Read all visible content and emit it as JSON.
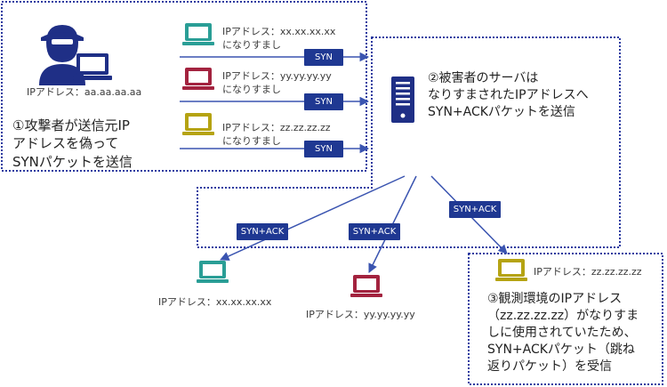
{
  "attacker": {
    "ip": "IPアドレス：aa.aa.aa.aa",
    "caption": [
      "①攻撃者が送信元IP",
      "アドレスを偽って",
      "SYNパケットを送信"
    ]
  },
  "spoof_rows": [
    {
      "ip": "IPアドレス：xx.xx.xx.xx",
      "note": "になりすまし",
      "badge": "SYN",
      "color": "#2a9e96"
    },
    {
      "ip": "IPアドレス：yy.yy.yy.yy",
      "note": "になりすまし",
      "badge": "SYN",
      "color": "#a3233f"
    },
    {
      "ip": "IPアドレス：zz.zz.zz.zz",
      "note": "になりすまし",
      "badge": "SYN",
      "color": "#b5a312"
    }
  ],
  "server": {
    "caption": [
      "②被害者のサーバは",
      "なりすまされたIPアドレスへ",
      "SYN+ACKパケットを送信"
    ]
  },
  "reflections": [
    {
      "badge": "SYN+ACK",
      "ip": "IPアドレス：xx.xx.xx.xx",
      "color": "#2a9e96"
    },
    {
      "badge": "SYN+ACK",
      "ip": "IPアドレス：yy.yy.yy.yy",
      "color": "#a3233f"
    },
    {
      "badge": "SYN+ACK",
      "ip": "IPアドレス：zz.zz.zz.zz",
      "color": "#b5a312"
    }
  ],
  "observer": {
    "ip": "IPアドレス：zz.zz.zz.zz",
    "caption": [
      "③観測環境のIPアドレス",
      "（zz.zz.zz.zz）がなりすま",
      "しに使用されていたため、",
      "SYN+ACKパケット（跳ね",
      "返りパケット）を受信"
    ]
  },
  "colors": {
    "navy": "#1f2f86",
    "border": "#2a3aa0",
    "badge": "#1f3892"
  }
}
